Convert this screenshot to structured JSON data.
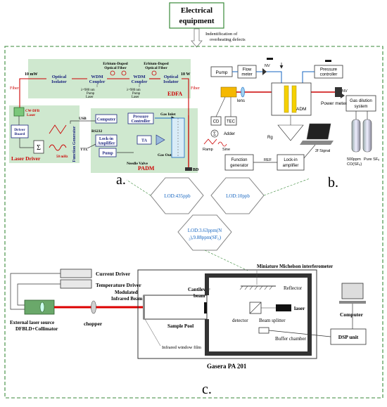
{
  "header": {
    "title_line1": "Electrical",
    "title_line2": "equipment",
    "arrow_note_line1": "Indentification of",
    "arrow_note_line2": "overheating defects"
  },
  "panel_a": {
    "caption": "a.",
    "fiber_left": "Fiber",
    "fiber_right": "Fiber",
    "power_in": "10 mW",
    "power_out": "10 W",
    "edf_top1": "Erbium-Doped",
    "edf_top1b": "Optical Fiber",
    "edf_top2": "Erbium-Doped",
    "edf_top2b": "Optical Fiber",
    "optical_isolator_1a": "Optical",
    "optical_isolator_1b": "Isolator",
    "wdm_1a": "WDM",
    "wdm_1b": "Coupler",
    "wdm_2a": "WDM",
    "wdm_2b": "Coupler",
    "optical_isolator_2a": "Optical",
    "optical_isolator_2b": "Isolator",
    "pump1_l1": "λ=980 nm",
    "pump1_l2": "Pump",
    "pump1_l3": "Laser",
    "pump2_l1": "λ=980 nm",
    "pump2_l2": "Pump",
    "pump2_l3": "Laser",
    "edfa": "EDFA",
    "cw_dfb_1": "CW-DFB",
    "cw_dfb_2": "Laser",
    "driver_board_1": "Driver",
    "driver_board_2": "Board",
    "sum_symbol": "Σ",
    "function_gen": "Function Generator",
    "freq": "50 mHz",
    "laser_driver": "Laser Driver",
    "usb": "USB",
    "computer": "Computer",
    "rs232": "RS232",
    "lockin_1": "Lock-in",
    "lockin_2": "Amplifier",
    "ttl": "TTL",
    "pressure_1": "Pressure",
    "pressure_2": "Controller",
    "gas_inlet": "Gas Inlet",
    "ta": "TA",
    "pump": "Pump",
    "gas_outlet": "Gas Outlet",
    "needle_valve": "Needle Valve",
    "padm": "PADM",
    "bd": "BD"
  },
  "panel_b": {
    "caption": "b.",
    "pump": "Pump",
    "flow_1": "Flow",
    "flow_2": "meter",
    "nv1": "NV",
    "pressure_1": "Pressure",
    "pressure_2": "controller",
    "lens": "lens",
    "adm": "ADM",
    "power_meter": "Power meter",
    "nv2": "NV",
    "gas_dil_1": "Gas dilution",
    "gas_dil_2": "system",
    "cd": "CD",
    "tec": "TEC",
    "adder": "Adder",
    "rg": "Rg",
    "ramp": "Ramp",
    "sine": "Sine",
    "func_1": "Function",
    "func_2": "generator",
    "ref": "REF",
    "lockin_1": "Lock-in",
    "lockin_2": "amplifier",
    "signal_2f": "2f Signal",
    "cyl1_1": "500ppm",
    "cyl1_2": "CO(SF₆)",
    "cyl2_1": "Pure SF₆"
  },
  "center": {
    "lod_left": "LOD:435ppb",
    "lod_right": "LOD:10ppb",
    "lod_bottom_1": "LOD:3.63ppm(N",
    "lod_bottom_2": "₂),9.88ppm(SF₆)"
  },
  "panel_c": {
    "caption": "c.",
    "current_driver": "Current Driver",
    "temp_driver": "Temperature Driver",
    "ext_laser_1": "External laser source",
    "ext_laser_2": "DFBLD+Collimator",
    "chopper": "chopper",
    "modulated_1": "Modulated",
    "modulated_2": "Infrared Beam",
    "cantilever_1": "Cantilever",
    "cantilever_2": "beam",
    "sample_pool": "Sample Pool",
    "ir_window": "Infrared window film",
    "michelson": "Miniature Michelson interferometer",
    "reflector": "Reflector",
    "laser": "laser",
    "beam_splitter": "Beam splitter",
    "detector": "detector",
    "buffer": "Buffer chamber",
    "computer": "Computer",
    "dsp": "DSP unit",
    "gasera": "Gasera PA 201"
  }
}
